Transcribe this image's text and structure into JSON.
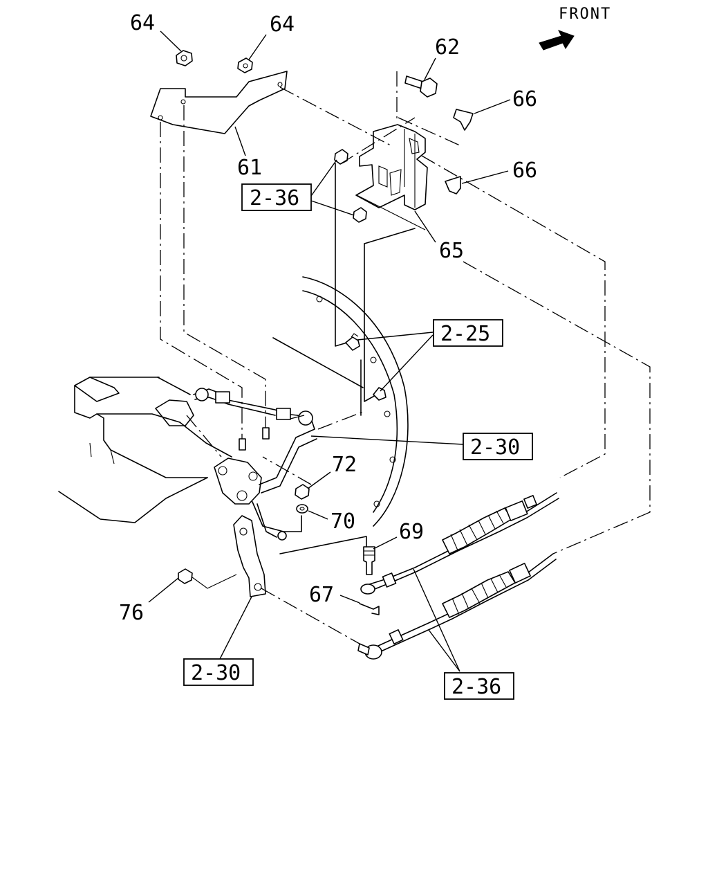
{
  "direction_label": "FRONT",
  "callouts": {
    "c64a": "64",
    "c64b": "64",
    "c62": "62",
    "c66a": "66",
    "c66b": "66",
    "c61": "61",
    "c65": "65",
    "c72": "72",
    "c70": "70",
    "c69": "69",
    "c67": "67",
    "c76": "76"
  },
  "references": {
    "r236a": "2-36",
    "r225": "2-25",
    "r230a": "2-30",
    "r230b": "2-30",
    "r236b": "2-36"
  },
  "icons": {
    "front_arrow": "arrow-icon"
  }
}
